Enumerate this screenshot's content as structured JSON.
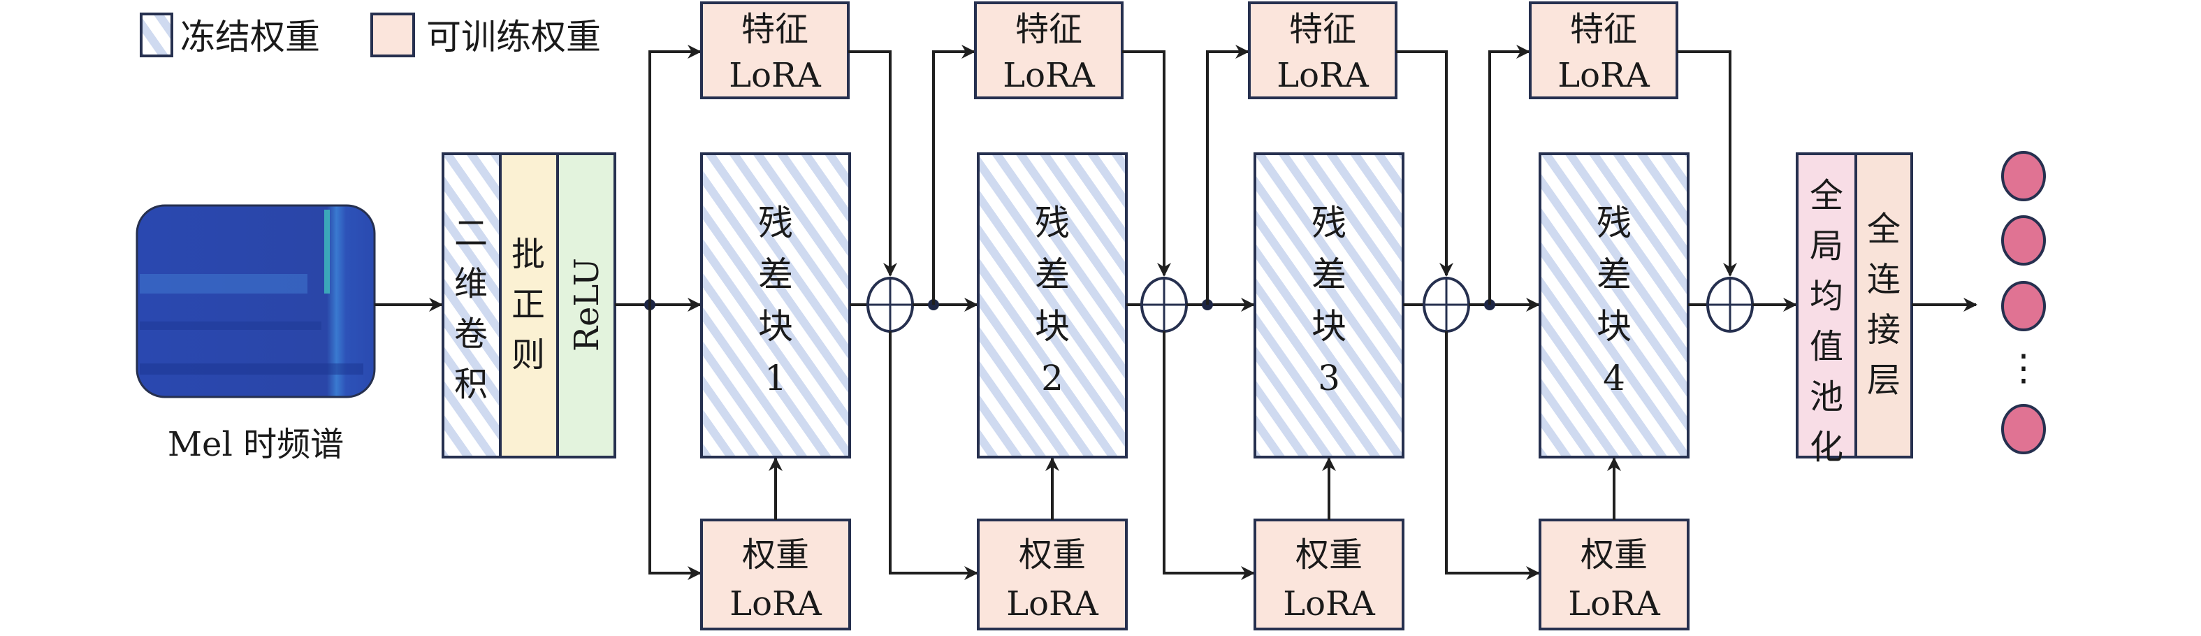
{
  "legend": {
    "frozen_label": "冻结权重",
    "trainable_label": "可训练权重"
  },
  "input": {
    "label": "Mel 时频谱"
  },
  "stem": {
    "conv_label": "二维卷积",
    "bn_label": "批正则",
    "relu_label": "ReLU"
  },
  "blocks": [
    {
      "name": "残差块",
      "index": "1",
      "feature_lora": [
        "特征",
        "LoRA"
      ],
      "weight_lora": [
        "权重",
        "LoRA"
      ]
    },
    {
      "name": "残差块",
      "index": "2",
      "feature_lora": [
        "特征",
        "LoRA"
      ],
      "weight_lora": [
        "权重",
        "LoRA"
      ]
    },
    {
      "name": "残差块",
      "index": "3",
      "feature_lora": [
        "特征",
        "LoRA"
      ],
      "weight_lora": [
        "权重",
        "LoRA"
      ]
    },
    {
      "name": "残差块",
      "index": "4",
      "feature_lora": [
        "特征",
        "LoRA"
      ],
      "weight_lora": [
        "权重",
        "LoRA"
      ]
    }
  ],
  "head": {
    "gap_label": "全局均值池化",
    "fc_label": "全连接层"
  },
  "outputs": {
    "node_count_shown": 4,
    "ellipsis": "⋮"
  },
  "colors": {
    "frozen_stripe": "#cfdaf0",
    "trainable": "#fbe5dc",
    "batchnorm": "#fbf1d3",
    "relu": "#e3f3dd",
    "gap": "#f8dde6",
    "fc": "#f9e3d9",
    "output_node": "#e07393",
    "border": "#26304f"
  }
}
